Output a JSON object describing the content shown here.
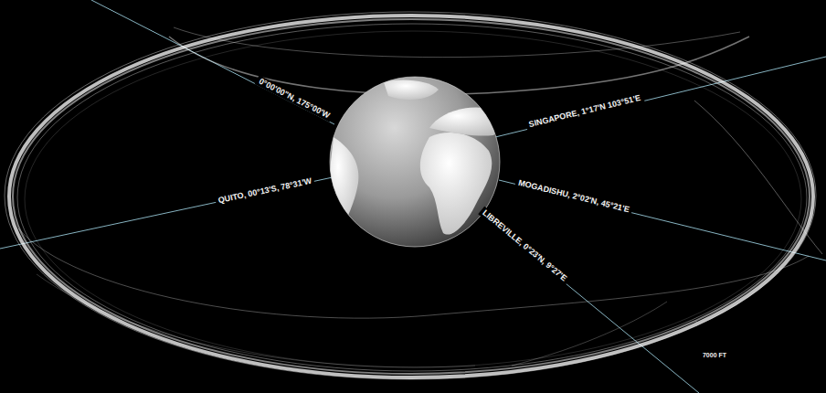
{
  "diagram": {
    "labels": [
      "0°00'00\"N, 175°00'W",
      "SINGAPORE, 1°17'N 103°51'E",
      "QUITO, 00°13'S, 78°31'W",
      "MOGADISHU, 2°02'N, 45°21'E",
      "LIBREVILLE, 0°23'N, 9°27'E",
      "7000 FT"
    ]
  }
}
